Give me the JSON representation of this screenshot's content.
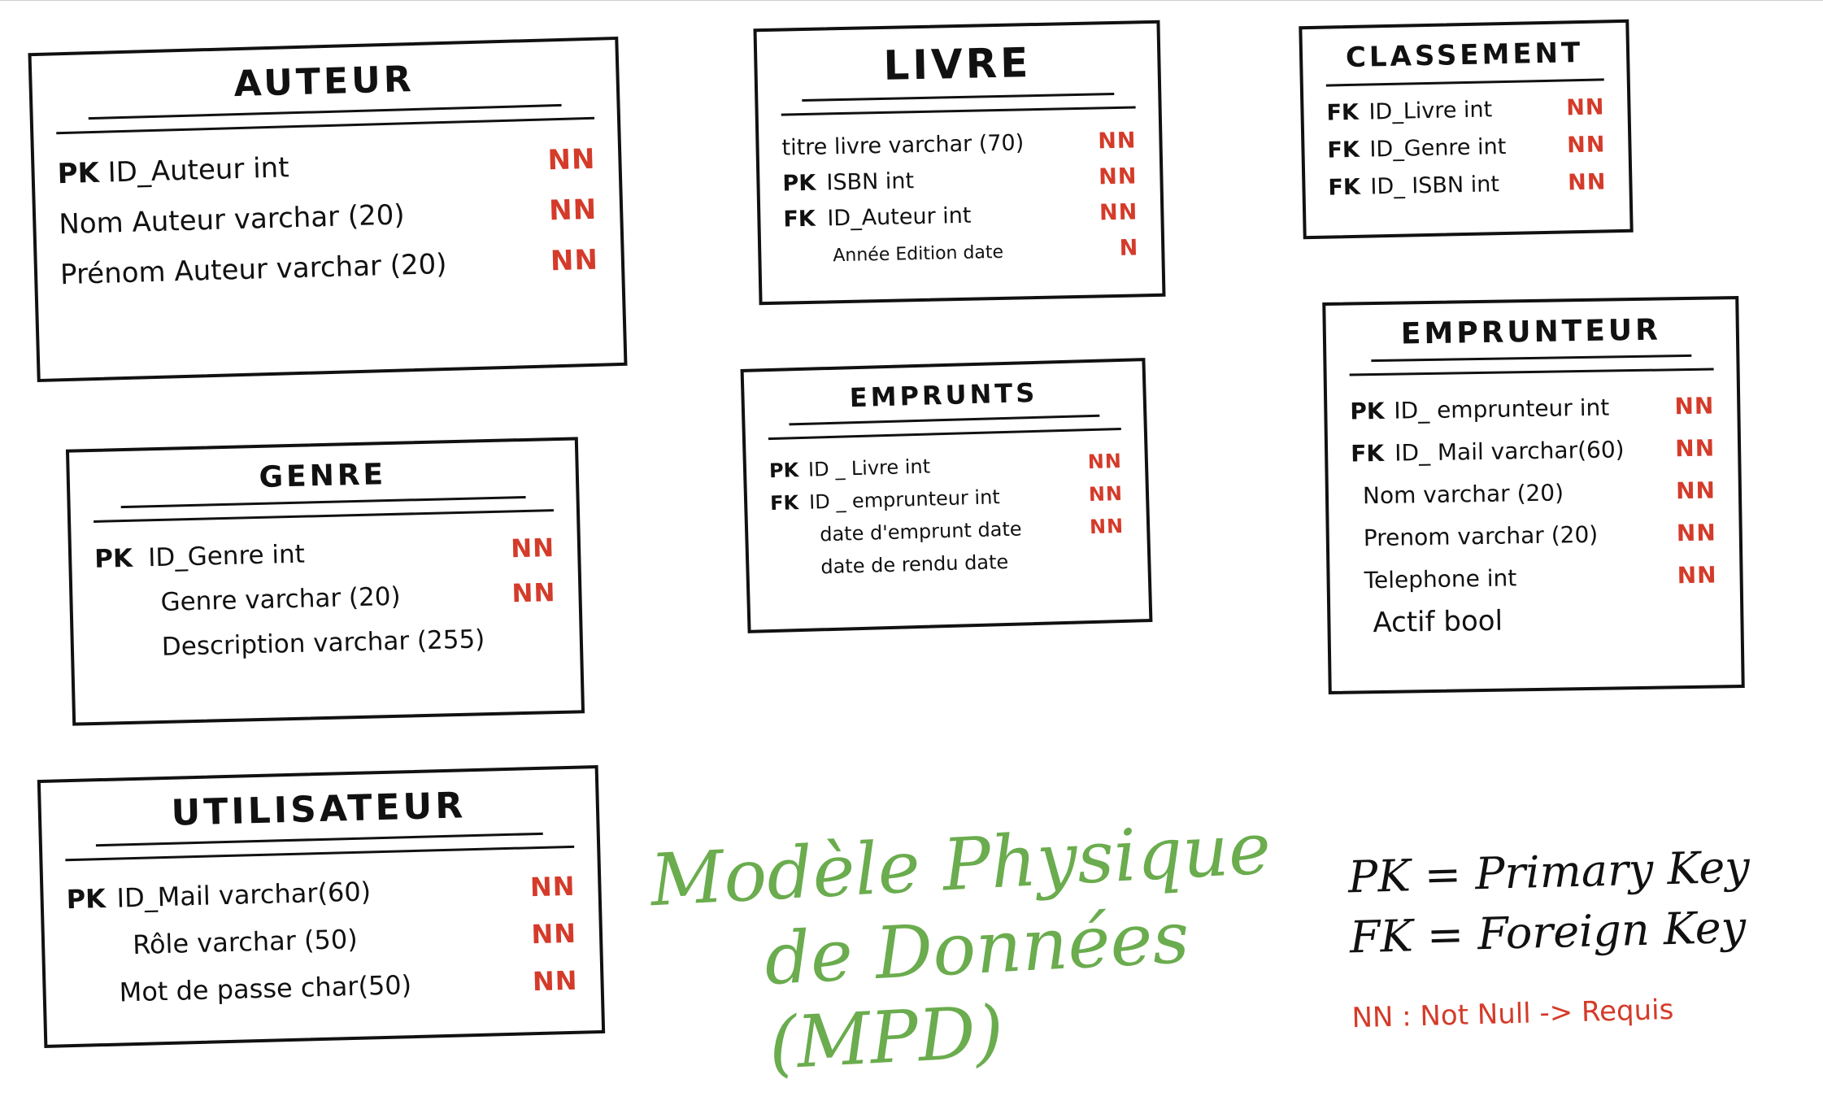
{
  "entities": {
    "auteur": {
      "title": "AUTEUR",
      "fields": [
        {
          "key": "PK",
          "def": "ID_Auteur int",
          "nn": "NN"
        },
        {
          "key": "",
          "def": "Nom Auteur varchar (20)",
          "nn": "NN"
        },
        {
          "key": "",
          "def": "Prénom Auteur varchar (20)",
          "nn": "NN"
        }
      ]
    },
    "livre": {
      "title": "LIVRE",
      "fields": [
        {
          "key": "",
          "def": "titre livre varchar (70)",
          "nn": "NN"
        },
        {
          "key": "PK",
          "def": "ISBN int",
          "nn": "NN"
        },
        {
          "key": "FK",
          "def": "ID_Auteur int",
          "nn": "NN"
        },
        {
          "key": "",
          "def": "Année Edition date",
          "nn": "N"
        }
      ]
    },
    "classement": {
      "title": "CLASSEMENT",
      "fields": [
        {
          "key": "FK",
          "def": "ID_Livre int",
          "nn": "NN"
        },
        {
          "key": "FK",
          "def": "ID_Genre int",
          "nn": "NN"
        },
        {
          "key": "FK",
          "def": "ID_ ISBN int",
          "nn": "NN"
        }
      ]
    },
    "genre": {
      "title": "GENRE",
      "fields": [
        {
          "key": "PK",
          "def": "ID_Genre int",
          "nn": "NN"
        },
        {
          "key": "",
          "def": "Genre varchar (20)",
          "nn": "NN"
        },
        {
          "key": "",
          "def": "Description varchar (255)",
          "nn": ""
        }
      ]
    },
    "emprunts": {
      "title": "EMPRUNTS",
      "fields": [
        {
          "key": "PK",
          "def": "ID _ Livre int",
          "nn": "NN"
        },
        {
          "key": "FK",
          "def": "ID _ emprunteur int",
          "nn": "NN"
        },
        {
          "key": "",
          "def": "date d'emprunt date",
          "nn": "NN"
        },
        {
          "key": "",
          "def": "date de rendu date",
          "nn": ""
        }
      ]
    },
    "emprunteur": {
      "title": "EMPRUNTEUR",
      "fields": [
        {
          "key": "PK",
          "def": "ID_ emprunteur int",
          "nn": "NN"
        },
        {
          "key": "FK",
          "def": "ID_ Mail varchar(60)",
          "nn": "NN"
        },
        {
          "key": "",
          "def": "Nom varchar (20)",
          "nn": "NN"
        },
        {
          "key": "",
          "def": "Prenom varchar (20)",
          "nn": "NN"
        },
        {
          "key": "",
          "def": "Telephone int",
          "nn": "NN"
        },
        {
          "key": "",
          "def": "Actif bool",
          "nn": ""
        }
      ]
    },
    "utilisateur": {
      "title": "UTILISATEUR",
      "fields": [
        {
          "key": "PK",
          "def": "ID_Mail varchar(60)",
          "nn": "NN"
        },
        {
          "key": "",
          "def": "Rôle varchar (50)",
          "nn": "NN"
        },
        {
          "key": "",
          "def": "Mot de passe char(50)",
          "nn": "NN"
        }
      ]
    }
  },
  "model_title": {
    "line1": "Modèle Physique",
    "line2": "de Données (MPD)"
  },
  "legend": {
    "pk": "PK = Primary Key",
    "fk": "FK = Foreign Key",
    "nn": "NN : Not Null -> Requis"
  },
  "colors": {
    "ink": "#111111",
    "nn_red": "#d43b2a",
    "title_green": "#6aac4e"
  }
}
